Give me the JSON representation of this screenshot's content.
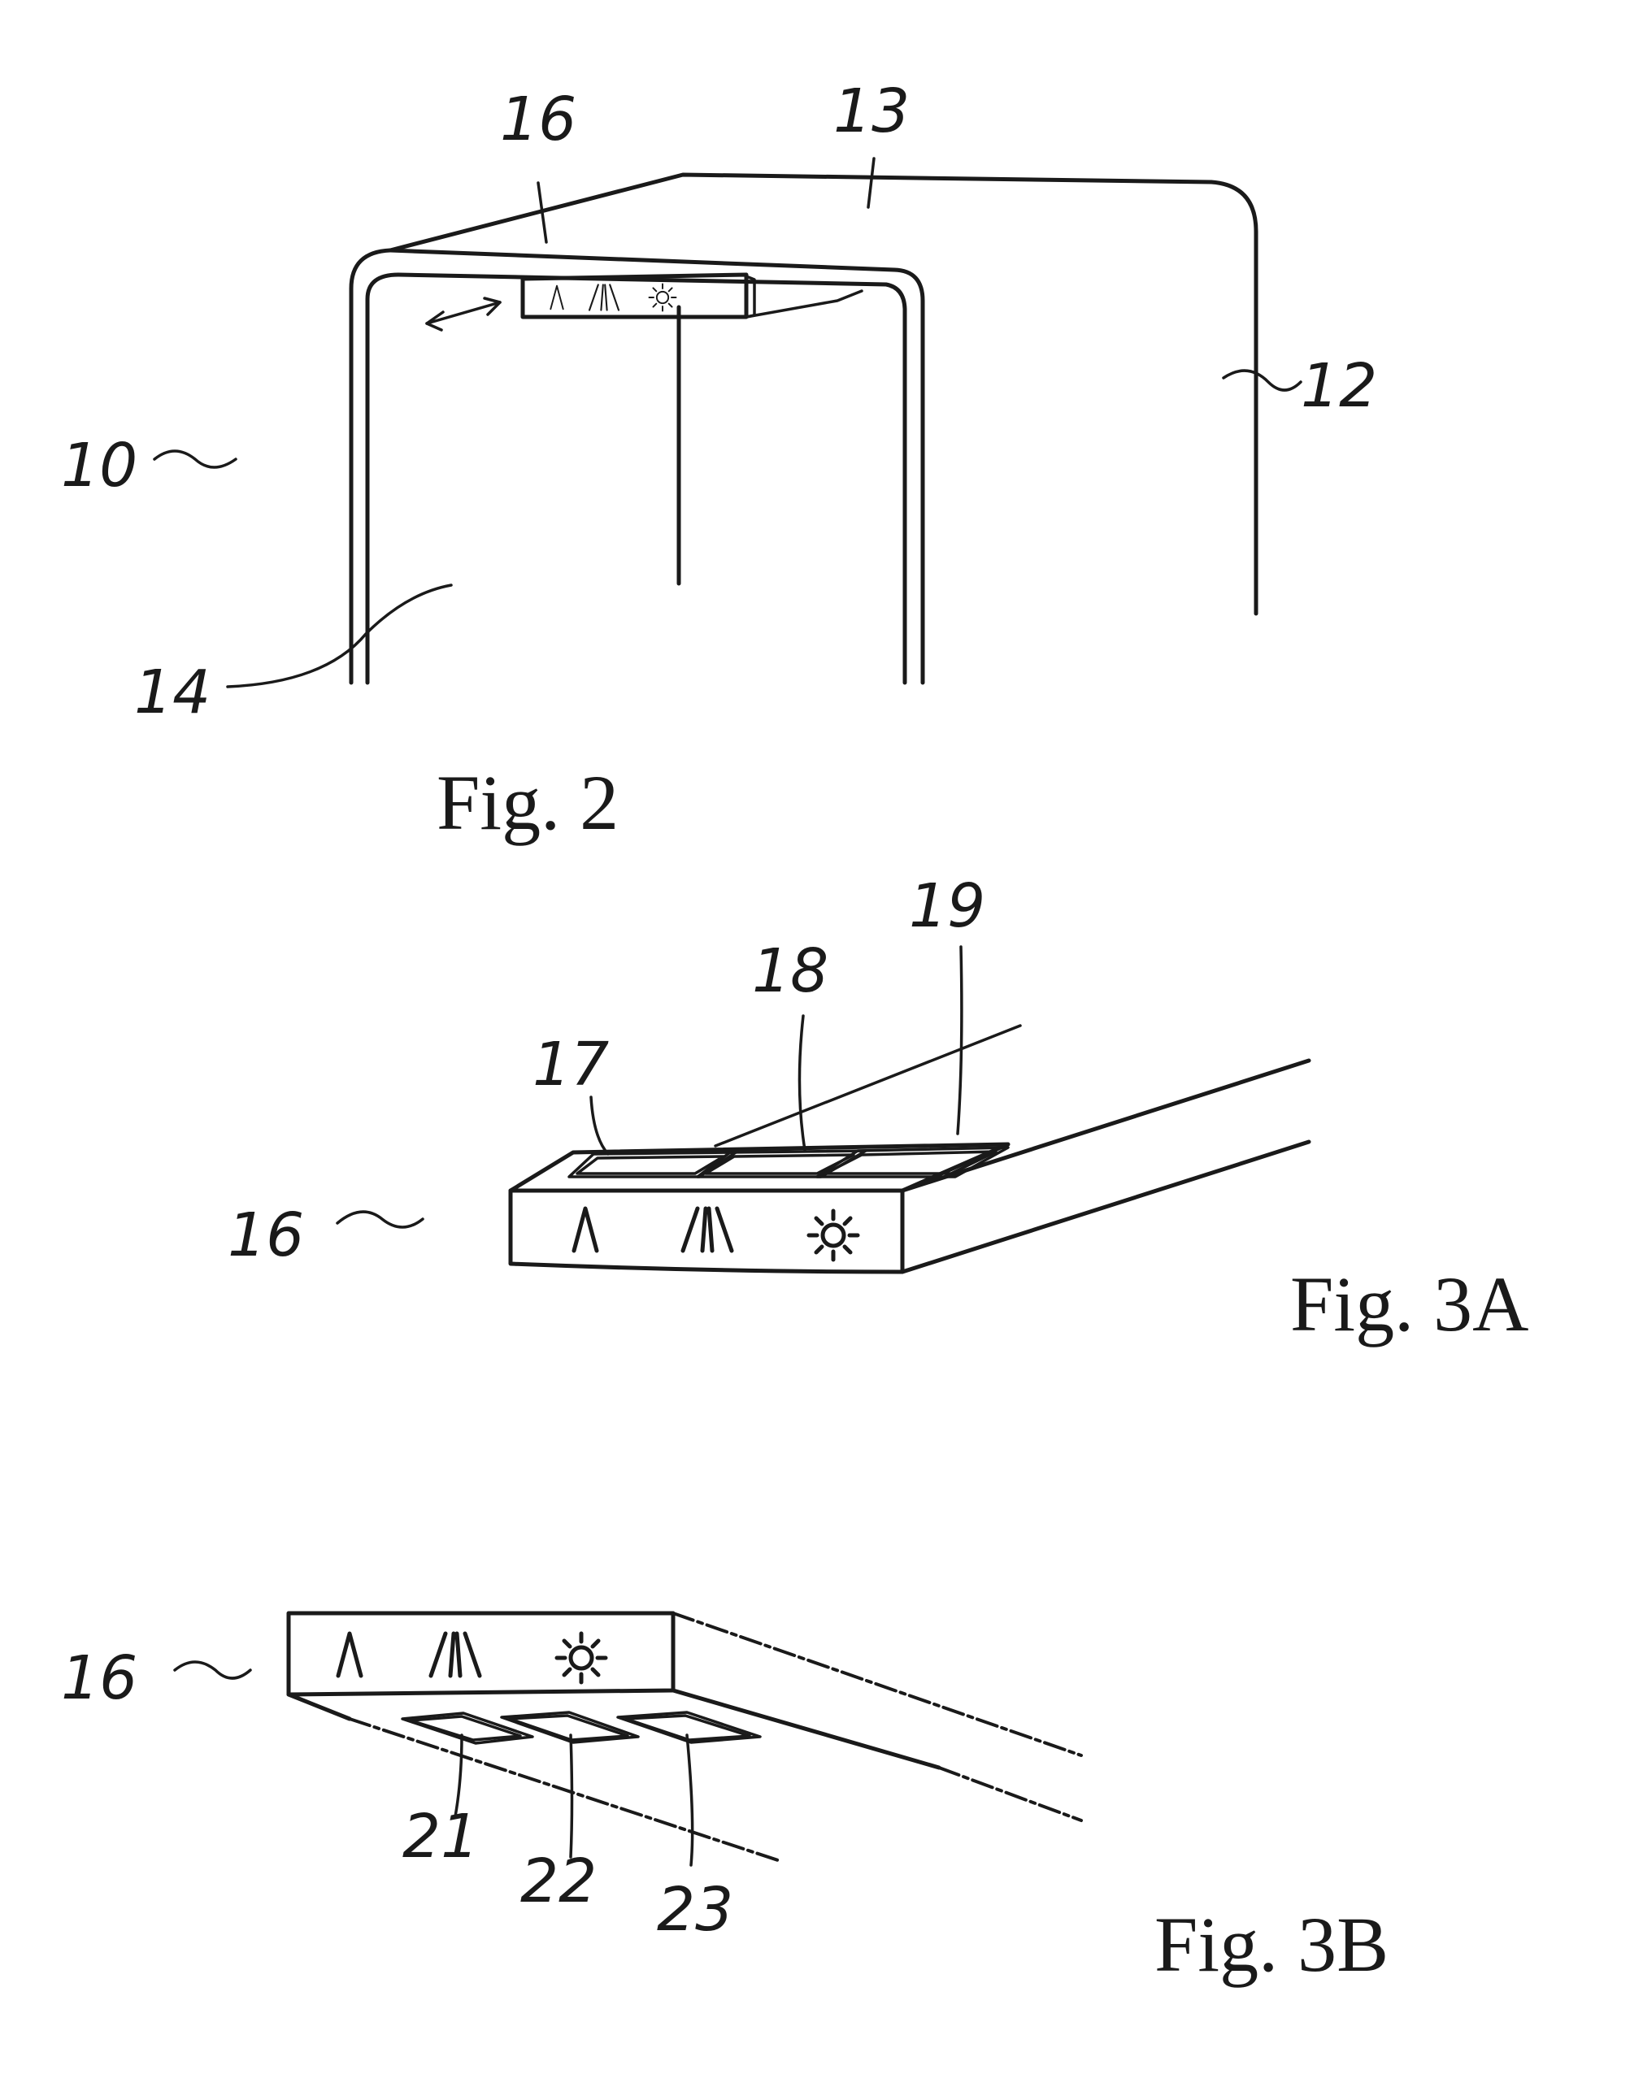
{
  "figures": [
    {
      "caption": "Fig. 2",
      "refs": {
        "device": "10",
        "side_panel": "12",
        "top_panel": "13",
        "door": "14",
        "control_unit": "16"
      }
    },
    {
      "caption": "Fig. 3A",
      "refs": {
        "control_unit": "16",
        "cell_a": "17",
        "cell_b": "18",
        "cell_c": "19"
      }
    },
    {
      "caption": "Fig. 3B",
      "refs": {
        "control_unit": "16",
        "pad_a": "21",
        "pad_b": "22",
        "pad_c": "23"
      }
    }
  ],
  "icons": [
    "fan-low-icon",
    "fan-high-icon",
    "light-icon"
  ],
  "colors": {
    "ink": "#1a1a1a",
    "paper": "#ffffff"
  }
}
